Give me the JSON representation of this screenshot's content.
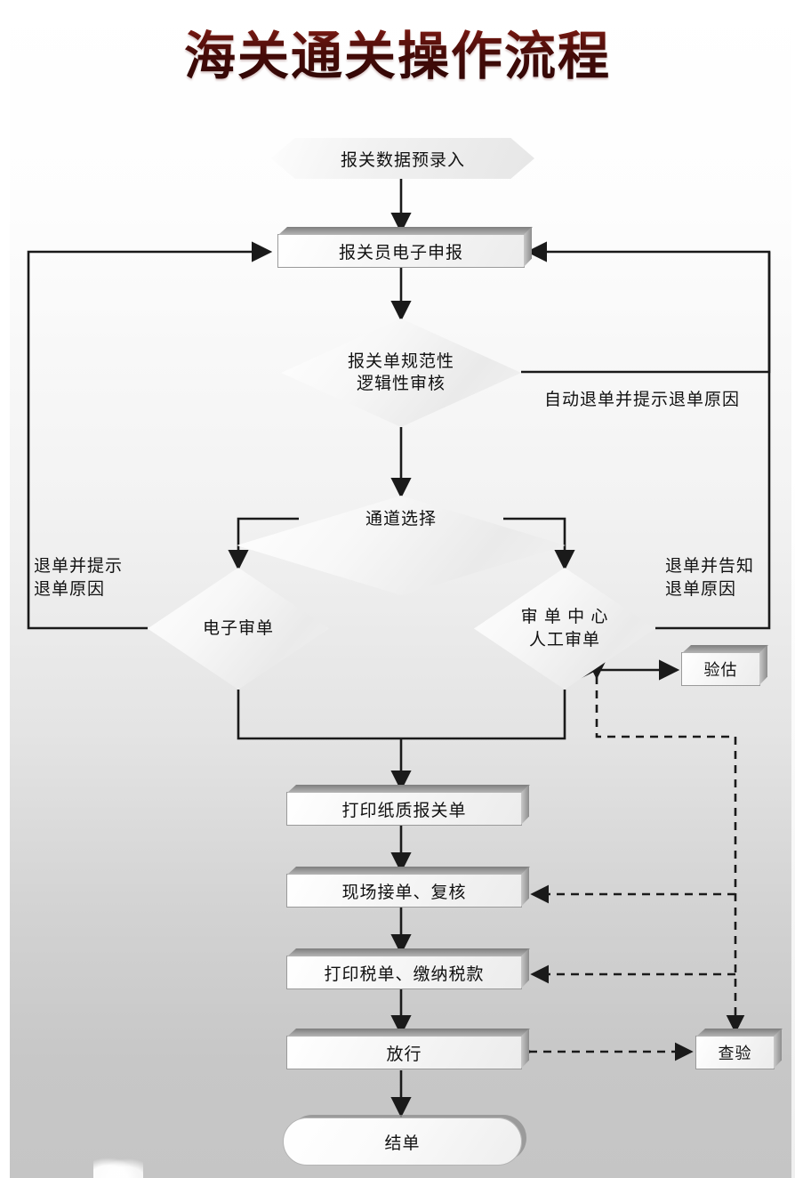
{
  "title": "海关通关操作流程",
  "nodes": {
    "pre_entry": "报关数据预录入",
    "declare": "报关员电子申报",
    "check_line1": "报关单规范性",
    "check_line2": "逻辑性审核",
    "channel": "通道选择",
    "e_review": "电子审单",
    "center_line1": "审 单 中 心",
    "center_line2": "人工审单",
    "appraise": "验估",
    "print_decl": "打印纸质报关单",
    "site_accept": "现场接单、复核",
    "print_tax": "打印税单、缴纳税款",
    "release": "放行",
    "inspect": "查验",
    "settle": "结单"
  },
  "annotations": {
    "auto_reject": "自动退单并提示退单原因",
    "left_reject": "退单并提示\n退单原因",
    "right_reject": "退单并告知\n退单原因"
  },
  "colors": {
    "title": "#4a0c0a",
    "line": "#1a1a1a",
    "node_fill": "#f5f5f5",
    "node_border": "#9a9a9a",
    "page_bg_top": "#ffffff",
    "page_bg_bottom": "#c5c5c5"
  },
  "chart_data": {
    "type": "diagram",
    "title": "海关通关操作流程",
    "nodes": [
      {
        "id": "pre_entry",
        "label": "报关数据预录入",
        "shape": "hexagon"
      },
      {
        "id": "declare",
        "label": "报关员电子申报",
        "shape": "process"
      },
      {
        "id": "check",
        "label": "报关单规范性逻辑性审核",
        "shape": "decision"
      },
      {
        "id": "channel",
        "label": "通道选择",
        "shape": "decision"
      },
      {
        "id": "e_review",
        "label": "电子审单",
        "shape": "decision"
      },
      {
        "id": "center",
        "label": "审单中心人工审单",
        "shape": "decision"
      },
      {
        "id": "appraise",
        "label": "验估",
        "shape": "process"
      },
      {
        "id": "print_decl",
        "label": "打印纸质报关单",
        "shape": "process"
      },
      {
        "id": "site_accept",
        "label": "现场接单、复核",
        "shape": "process"
      },
      {
        "id": "print_tax",
        "label": "打印税单、缴纳税款",
        "shape": "process"
      },
      {
        "id": "release",
        "label": "放行",
        "shape": "process"
      },
      {
        "id": "inspect",
        "label": "查验",
        "shape": "process"
      },
      {
        "id": "settle",
        "label": "结单",
        "shape": "terminator"
      }
    ],
    "edges": [
      {
        "from": "pre_entry",
        "to": "declare",
        "style": "solid"
      },
      {
        "from": "declare",
        "to": "check",
        "style": "solid"
      },
      {
        "from": "check",
        "to": "declare",
        "style": "solid",
        "label": "自动退单并提示退单原因",
        "route": "right"
      },
      {
        "from": "check",
        "to": "channel",
        "style": "solid"
      },
      {
        "from": "channel",
        "to": "e_review",
        "style": "solid"
      },
      {
        "from": "channel",
        "to": "center",
        "style": "solid"
      },
      {
        "from": "e_review",
        "to": "declare",
        "style": "solid",
        "label": "退单并提示退单原因",
        "route": "left"
      },
      {
        "from": "center",
        "to": "declare",
        "style": "solid",
        "label": "退单并告知退单原因",
        "route": "right"
      },
      {
        "from": "center",
        "to": "appraise",
        "style": "solid",
        "arrows": "both"
      },
      {
        "from": "e_review",
        "to": "print_decl",
        "style": "solid"
      },
      {
        "from": "center",
        "to": "print_decl",
        "style": "solid"
      },
      {
        "from": "print_decl",
        "to": "site_accept",
        "style": "solid"
      },
      {
        "from": "site_accept",
        "to": "print_tax",
        "style": "solid"
      },
      {
        "from": "print_tax",
        "to": "release",
        "style": "solid"
      },
      {
        "from": "release",
        "to": "settle",
        "style": "solid"
      },
      {
        "from": "inspect",
        "to": "site_accept",
        "style": "dashed"
      },
      {
        "from": "inspect",
        "to": "print_tax",
        "style": "dashed"
      },
      {
        "from": "release",
        "to": "inspect",
        "style": "dashed",
        "arrows": "both"
      },
      {
        "from": "appraise",
        "to": "inspect",
        "style": "dashed"
      }
    ]
  }
}
